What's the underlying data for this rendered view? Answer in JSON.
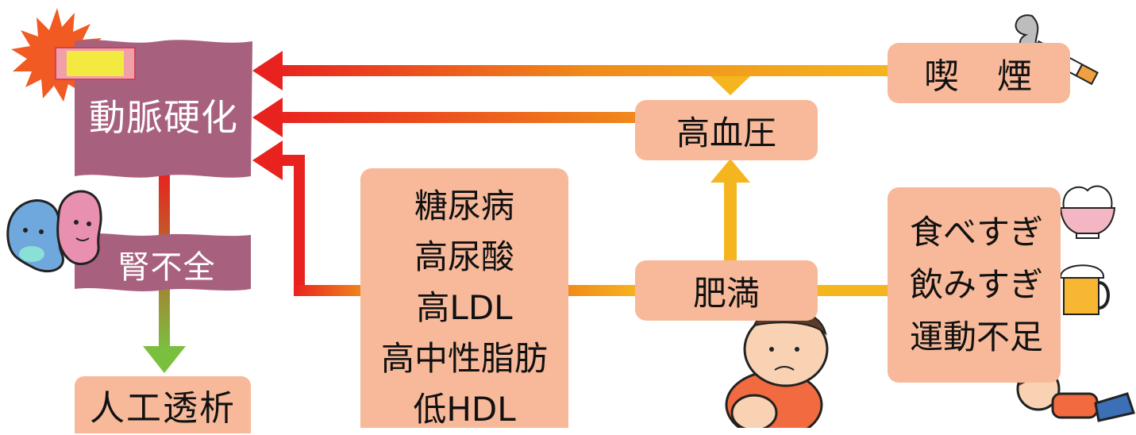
{
  "nodes": {
    "arteriosclerosis": "動脈硬化",
    "kidney_failure": "腎不全",
    "dialysis": "人工透析",
    "smoking": "喫　煙",
    "hypertension": "高血圧",
    "obesity": "肥満",
    "metabolic": [
      "糖尿病",
      "高尿酸",
      "高LDL",
      "高中性脂肪",
      "低HDL"
    ],
    "lifestyle": [
      "食べすぎ",
      "飲みすぎ",
      "運動不足"
    ]
  },
  "colors": {
    "box_fill": "#f7b99a",
    "banner_fill": "#a8607f",
    "arrow_red": "#e8231f",
    "arrow_orange": "#f08a1c",
    "arrow_yellow": "#f5b51e",
    "arrow_green": "#7bbf3f"
  },
  "icons": [
    "sun-burst-icon",
    "blood-vessel-icon",
    "sick-kidneys-icon",
    "cigarette-icon",
    "rice-bowl-icon",
    "beer-mug-icon",
    "overweight-person-icon",
    "lying-person-icon"
  ]
}
